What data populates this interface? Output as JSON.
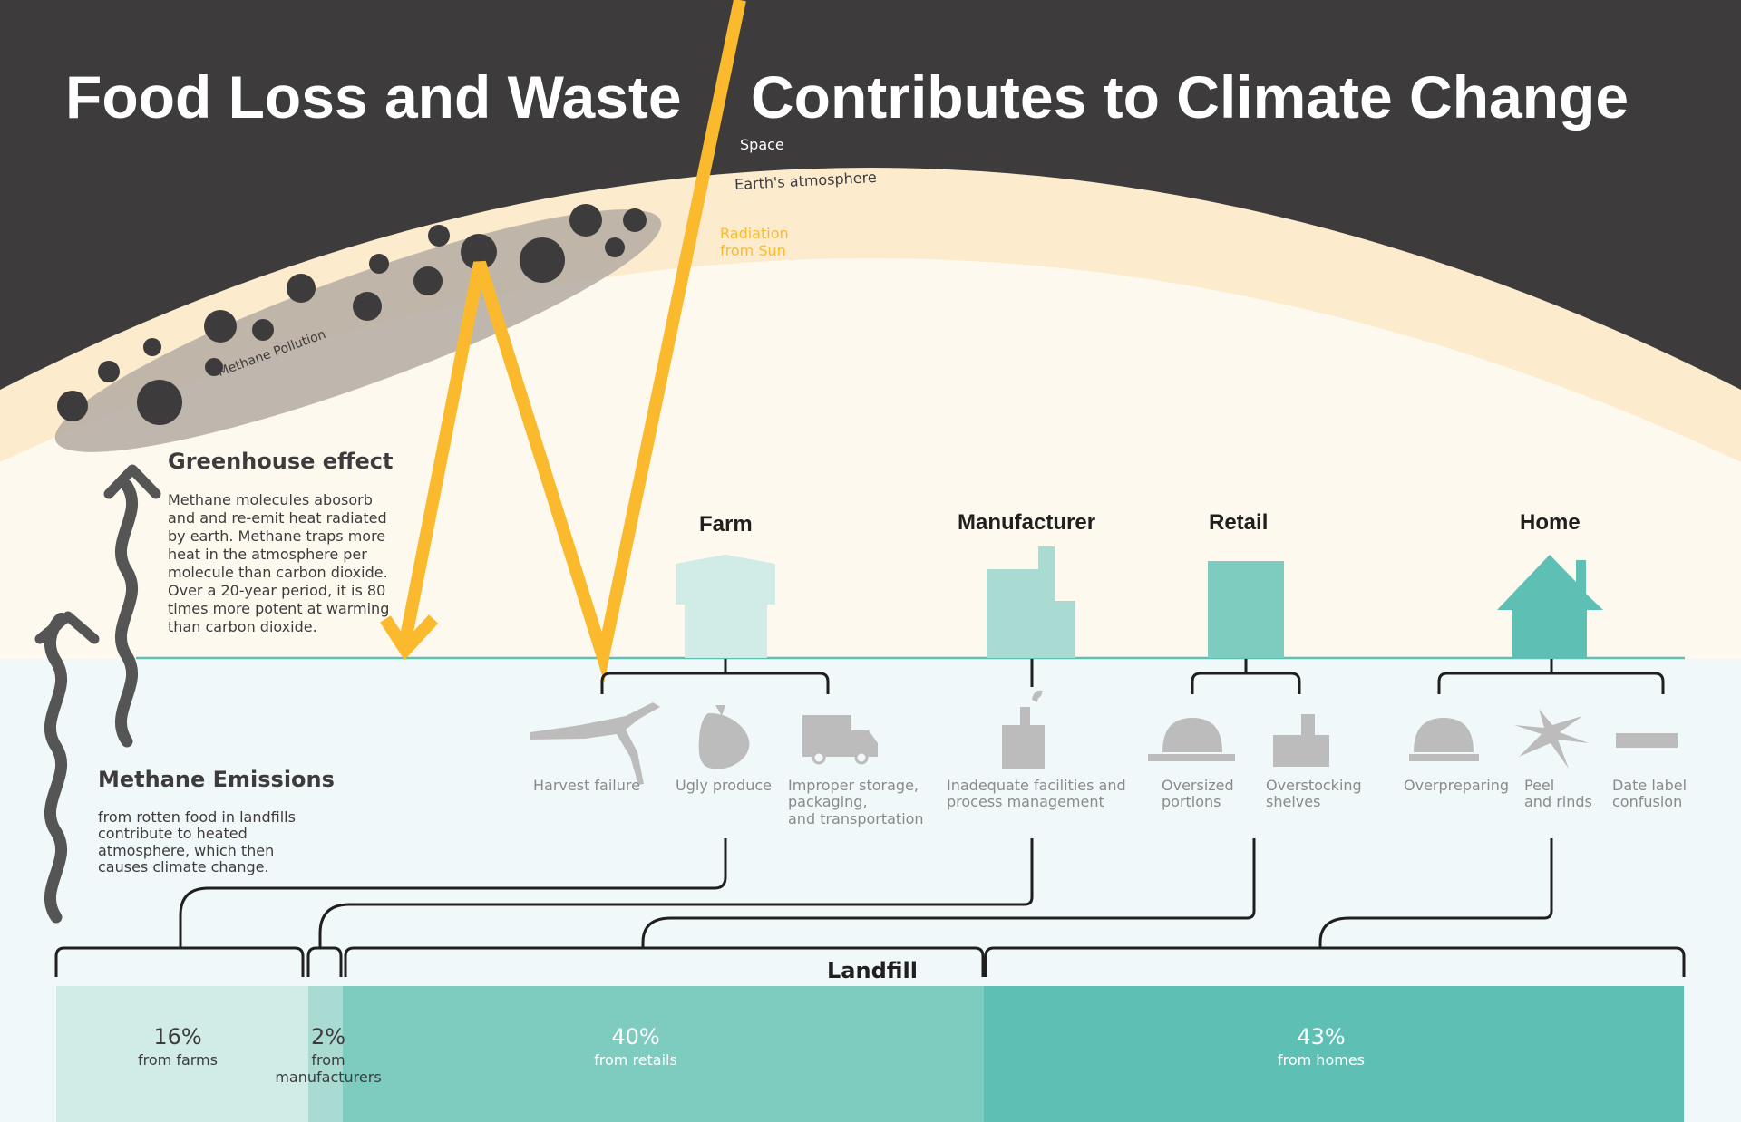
{
  "title": {
    "part1": "Food Loss and Waste",
    "part2": "Contributes to Climate Change"
  },
  "labels": {
    "space": "Space",
    "atmosphere": "Earth's atmosphere",
    "radiation": "Radiation\nfrom Sun",
    "methane_pollution": "Methane Pollution"
  },
  "greenhouse": {
    "heading": "Greenhouse effect",
    "body": "Methane molecules abosorb and and re-emit heat radiated by earth. Methane traps more heat in the atmosphere per molecule than carbon dioxide. Over a 20-year period, it is 80 times more potent at warming than carbon dioxide."
  },
  "methane_emissions": {
    "heading": "Methane Emissions",
    "body": "from rotten food in landfills contribute to heated atmosphere, which then causes climate change."
  },
  "stages": [
    {
      "name": "Farm",
      "causes": [
        "Harvest failure",
        "Ugly produce",
        "Improper storage,\npackaging,\nand transportation"
      ]
    },
    {
      "name": "Manufacturer",
      "causes": [
        "Inadequate facilities and\nprocess management"
      ]
    },
    {
      "name": "Retail",
      "causes": [
        "Oversized\nportions",
        "Overstocking\nshelves"
      ]
    },
    {
      "name": "Home",
      "causes": [
        "Overpreparing",
        "Peel\nand rinds",
        "Date label\nconfusion"
      ]
    }
  ],
  "landfill": {
    "heading": "Landfill",
    "segments": [
      {
        "value": "16%",
        "label": "from farms"
      },
      {
        "value": "2%",
        "label": "from\nmanufacturers"
      },
      {
        "value": "40%",
        "label": "from retails"
      },
      {
        "value": "43%",
        "label": "from homes"
      }
    ]
  },
  "colors": {
    "space": "#3d3b3c",
    "atmosphere_band": "#fdebce",
    "sky": "#fdf9ef",
    "ground": "#f1f8f9",
    "sun_ray": "#fbba2d",
    "farm": "#d1ebe7",
    "manufacturer": "#a9dbd3",
    "retail": "#7ecbbf",
    "home": "#5ec0b4",
    "icon_gray": "#bcbcbc"
  },
  "icons": [
    "building-farm-icon",
    "building-factory-icon",
    "building-store-icon",
    "building-house-icon",
    "branch-icon",
    "fruit-icon",
    "truck-icon",
    "factory-icon",
    "dome-plate-icon",
    "shelf-icon",
    "peel-icon",
    "label-icon"
  ]
}
